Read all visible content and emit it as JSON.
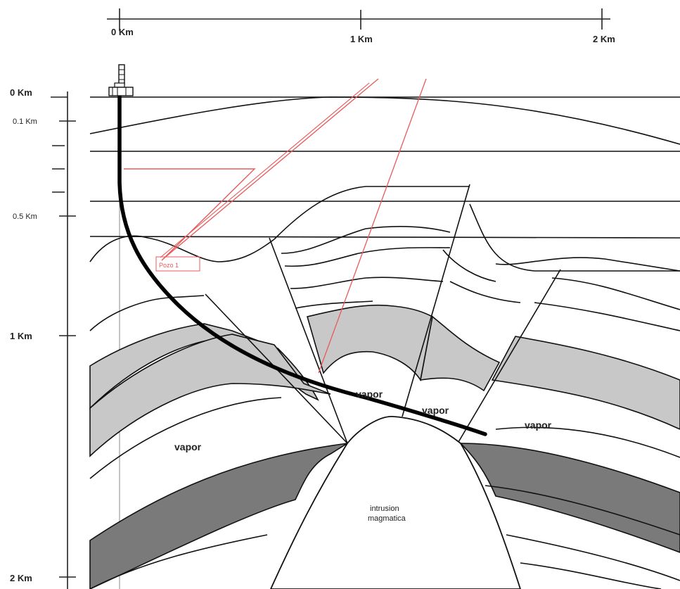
{
  "scale_top": {
    "labels": [
      "0 Km",
      "1 Km",
      "2 Km"
    ]
  },
  "depth_axis": {
    "labels": [
      "0 Km",
      "0.1 Km",
      "0.5 Km",
      "1 Km",
      "2 Km"
    ]
  },
  "annotations": {
    "vapor_labels": [
      "vapor",
      "vapor",
      "vapor",
      "vapor"
    ],
    "intrusion_line1": "intrusion",
    "intrusion_line2": "magmatica",
    "red_small_text": "Pozo 1"
  },
  "colors": {
    "line": "#111111",
    "light_layer": "#c8c8c8",
    "dark_layer": "#7a7a7a",
    "well_path": "#000000",
    "projected_wells": "#e85a5a",
    "background": "#ffffff"
  },
  "icons": {
    "rig": "drill-rig-icon"
  }
}
